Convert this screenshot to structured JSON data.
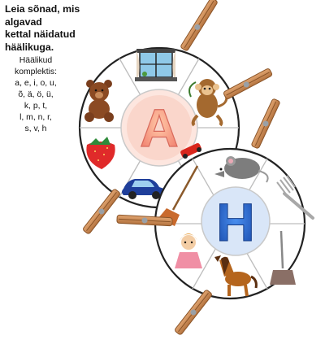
{
  "instruction": {
    "title_lines": [
      "Leia sõnad, mis algavad",
      "kettal näidatud",
      "häälikuga."
    ]
  },
  "sounds_box": {
    "lines": [
      "Häälikud",
      "komplektis:",
      "a, e, i, o, u,",
      "õ, ä, ö, ü,",
      "k, p, t,",
      "l, m, n, r,",
      "s, v, h"
    ]
  },
  "wheels": [
    {
      "letter": "A",
      "letter_color": "#f4a07a",
      "pictures": [
        "window-icon",
        "monkey-icon",
        "toy-car-icon",
        "blue-car-icon",
        "strawberry-icon",
        "teddy-bear-icon"
      ]
    },
    {
      "letter": "H",
      "letter_color": "#2f6fd0",
      "pictures": [
        "mouse-icon",
        "fork-icon",
        "dustpan-icon",
        "horse-icon",
        "doll-icon",
        "broom-icon"
      ]
    }
  ]
}
